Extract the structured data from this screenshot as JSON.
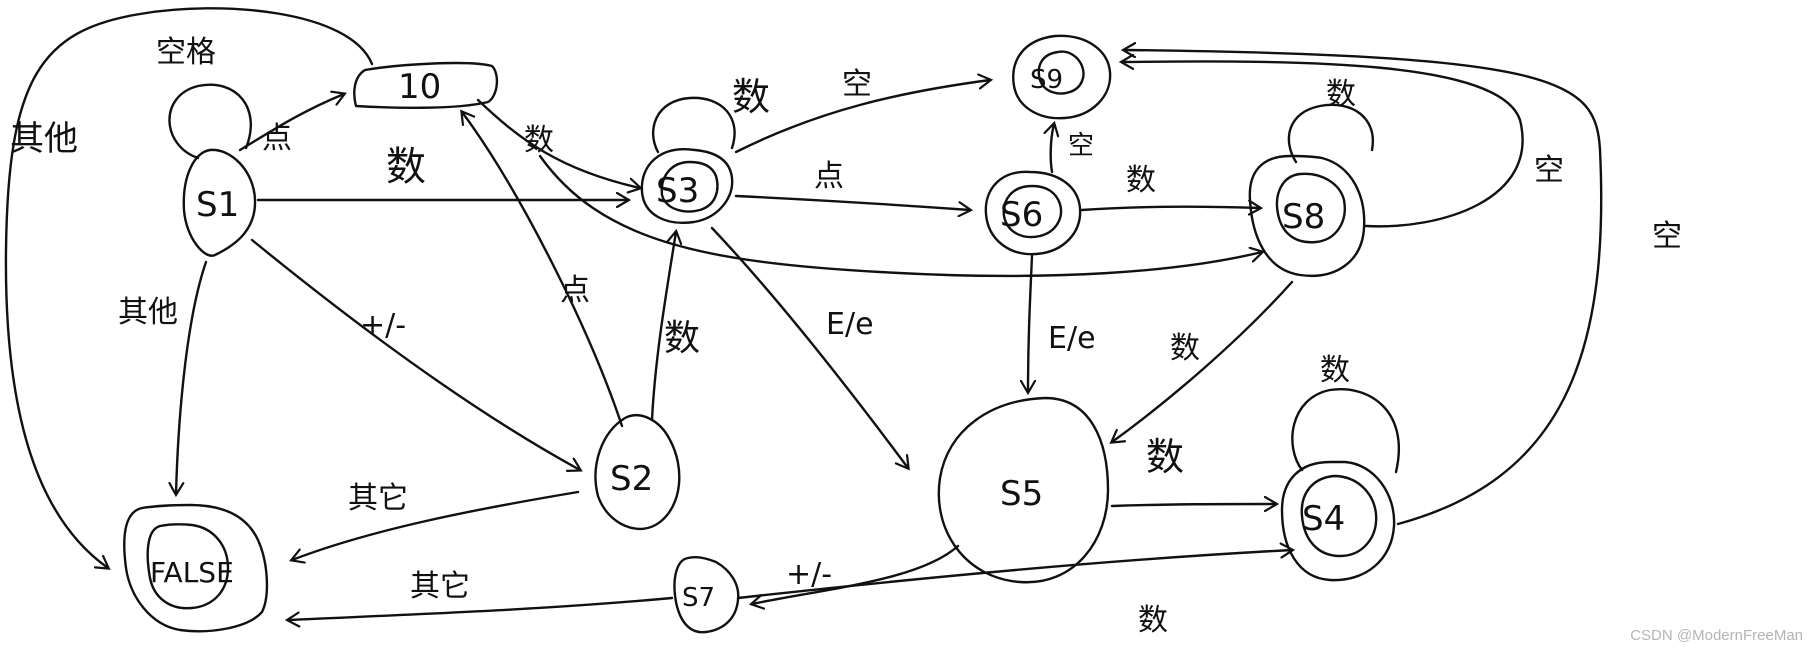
{
  "states": {
    "s1": "S1",
    "s2": "S2",
    "s3": "S3",
    "s4": "S4",
    "s5": "S5",
    "s6": "S6",
    "s7": "S7",
    "s8": "S8",
    "s9": "S9",
    "s10": "10",
    "false": "FALSE"
  },
  "edges": {
    "s1_self": "空格",
    "s1_s10": "点",
    "s1_s3": "数",
    "s1_false": "其他",
    "s1_s2": "+/-",
    "s1_false_outer": "其他",
    "s10_s3": "数",
    "s10_s2": "点",
    "s2_s3": "数",
    "s2_false": "其它",
    "s3_self": "数",
    "s3_s9": "空",
    "s3_s6": "点",
    "s3_s5": "E/e",
    "s6_s8": "数",
    "s6_s9": "空",
    "s6_s5": "E/e",
    "s8_self": "数",
    "s8_s9": "空",
    "s8_s4": "数",
    "s5_s7": "+/-",
    "s5_s4": "数",
    "s4_self": "数",
    "s4_s9": "空",
    "s7_false": "其它",
    "s7_s4": "数"
  },
  "watermark": "CSDN @ModernFreeMan"
}
